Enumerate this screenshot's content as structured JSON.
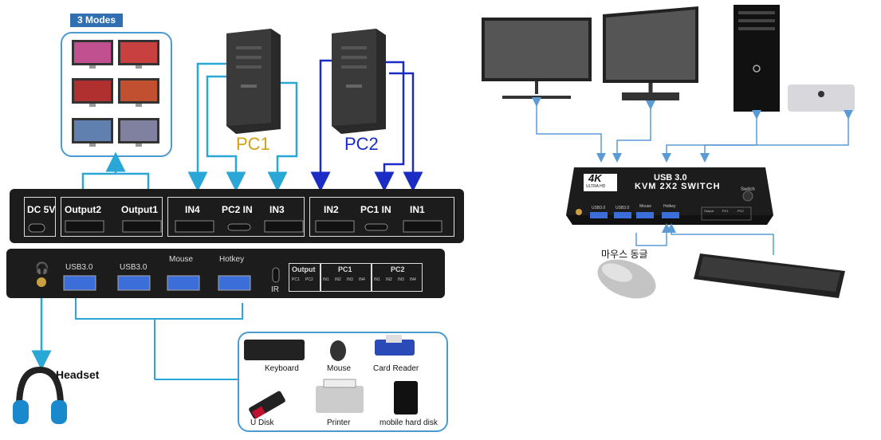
{
  "left": {
    "modes_badge": "3 Modes",
    "pc1_label": "PC1",
    "pc2_label": "PC2",
    "front_ports": {
      "dc": "DC 5V",
      "output2": "Output2",
      "output1": "Output1",
      "in4": "IN4",
      "pc2_in": "PC2 IN",
      "in3": "IN3",
      "in2": "IN2",
      "pc1_in": "PC1 IN",
      "in1": "IN1"
    },
    "back_ports": {
      "usb1": "USB3.0",
      "usb2": "USB3.0",
      "mouse": "Mouse",
      "hotkey": "Hotkey",
      "ir": "IR",
      "output": "Output",
      "pc1": "PC1",
      "pc2": "PC2",
      "output_leds": [
        "PC1",
        "PC2"
      ],
      "pc1_leds": [
        "IN1",
        "IN2",
        "IN3",
        "IN4"
      ],
      "pc2_leds": [
        "IN1",
        "IN2",
        "IN3",
        "IN4"
      ]
    },
    "headset_label": "Headset",
    "peripherals": [
      "Keyboard",
      "Mouse",
      "Card Reader",
      "U Disk",
      "Printer",
      "mobile hard disk"
    ]
  },
  "right": {
    "switch_brand": "4K",
    "switch_brand_sub": "ULTRA HD",
    "switch_title_line1": "USB 3.0",
    "switch_title_line2": "KVM 2X2 SWITCH",
    "switch_button": "Switch",
    "ports": [
      "USB3.0",
      "USB3.0",
      "Mouse",
      "Hotkey"
    ],
    "leds": [
      "Output",
      "PC1",
      "PC2"
    ],
    "mouse_caption": "마우스 동글"
  },
  "colors": {
    "cyan_arrow": "#2aa7d6",
    "navy_arrow": "#1a2cc4",
    "light_arrow": "#5b9bd5",
    "pc1_text": "#d4a017",
    "pc2_text": "#1a2cc4",
    "device_body": "#1c1c1c"
  }
}
